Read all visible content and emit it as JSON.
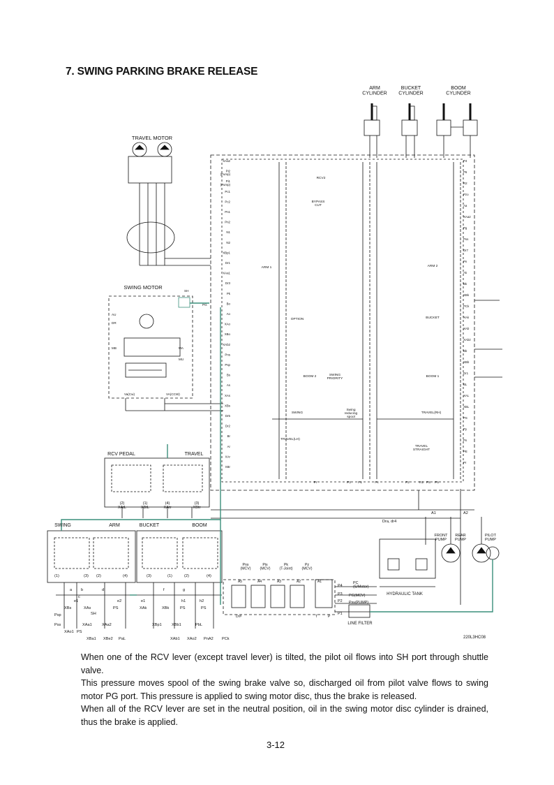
{
  "section_title": "7. SWING PARKING BRAKE RELEASE",
  "diagram": {
    "cylinders": {
      "arm": "ARM\nCYLINDER",
      "bucket": "BUCKET\nCYLINDER",
      "boom": "BOOM\nCYLINDER"
    },
    "travel_motor": "TRAVEL MOTOR",
    "swing_motor": "SWING MOTOR",
    "rcv_pedal": "RCV PEDAL",
    "travel": "TRAVEL",
    "swing": "SWING",
    "arm": "ARM",
    "bucket": "BUCKET",
    "boom": "BOOM",
    "front_pump": "FRONT\nPUMP",
    "rear_pump": "REAR\nPUMP",
    "pilot_pump": "PILOT\nPUMP",
    "hydraulic_tank": "HYDRAULIC TANK",
    "line_filter": "LINE FILTER",
    "valve_labels": {
      "arm1": "ARM 1",
      "arm2": "ARM 2",
      "option": "OPTION",
      "bucket": "BUCKET",
      "boom2": "BOOM 2",
      "boom1": "BOOM 1",
      "swing_priority": "SWING\nPRIORITY",
      "swing": "SWING",
      "travel_rh": "TRAVEL(RH)",
      "travel_lh": "TRAVEL(LH)",
      "travel_straight": "TRAVEL\nSTRAIGHT",
      "bypass_cut": "BYPASS\nCUT",
      "swing_reducing_spool": "Swing\nreducing\nspool",
      "rcv2": "RCV2"
    },
    "ports_left": [
      "XAa2",
      "Pi2\n(Pump)",
      "Pi1\n(Pump)",
      "Pc1",
      "Pc2",
      "Pn1",
      "Pn2",
      "N1",
      "N2",
      "XBp1",
      "Dr1",
      "XAa1",
      "Dr3",
      "Pk",
      "Bo",
      "Ao",
      "XAo",
      "XBo",
      "XAb2",
      "Pns",
      "Psp",
      "Bs",
      "As",
      "XAs",
      "XBs",
      "Dr5",
      "Dr2",
      "Br",
      "Ar",
      "XAr",
      "XBr"
    ],
    "ports_right": [
      "P4",
      "P6",
      "R2",
      "Pzo",
      "Aa",
      "XAa2",
      "Pg",
      "Pss",
      "Dr7",
      "Pn",
      "Ak",
      "Bk",
      "XBk",
      "PCk",
      "XAk",
      "XAb",
      "XAb2",
      "Bb",
      "XBb",
      "Dr1",
      "BL",
      "XAL",
      "XBL",
      "PS",
      "Py",
      "Pn",
      "PE",
      "Pr"
    ],
    "swing_motor_ports": [
      "SH",
      "PG",
      "AU",
      "DR",
      "MB",
      "MA",
      "MU",
      "Va(Cw)",
      "VA(CCW)"
    ],
    "bottom_ports": [
      "Pr",
      "P3",
      "P1",
      "Pc",
      "P2",
      "R1",
      "PS",
      "P5"
    ],
    "rcv_pedal_outputs": [
      "(2)\nXAtL",
      "(1)\nXBtL",
      "(4)\nXAtr",
      "(3)\nXBtr"
    ],
    "rcv_lever_left": {
      "ports": [
        "(1)",
        "(3)",
        "(2)",
        "(4)"
      ],
      "outlets": [
        "a",
        "b",
        "c",
        "e1",
        "d",
        "e2",
        "e1"
      ]
    },
    "rcv_lever_right": {
      "ports": [
        "(3)",
        "(1)",
        "(2)",
        "(4)"
      ],
      "outlets": [
        "f",
        "g",
        "h1",
        "h2"
      ]
    },
    "shuttle_lines": [
      "XBs",
      "XAs",
      "SH",
      "PS",
      "XAk",
      "XBk",
      "PS",
      "PS"
    ],
    "bottom_signals": [
      "Psp",
      "Pss",
      "XAa1",
      "XAa2",
      "XBp1",
      "XBb1",
      "PbL",
      "XBa1",
      "XBe2",
      "PaL",
      "XAb1",
      "XAo2",
      "PnA2",
      "PCk",
      "PS",
      "XAo1"
    ],
    "pilot_block": {
      "headers": [
        "Pns\n(MCV)",
        "Pis\n(MCV)",
        "Pk\n(T-Joint)",
        "Pz\n(MCV)"
      ],
      "valves": [
        "A5",
        "A4",
        "A3",
        "A2",
        "A1"
      ],
      "outputs": [
        "P4",
        "P3",
        "P2",
        "P1"
      ],
      "output_labels": [
        "PC\n(S/Motor)",
        "PG(MCV)",
        "Psv(PUMP)"
      ],
      "extras": [
        "Dr#",
        "T",
        "P"
      ]
    },
    "pump_labels": [
      "A1",
      "A2",
      "Dra, dr4"
    ],
    "drawing_number": "220L3HC08"
  },
  "paragraphs": [
    "When one of the RCV lever (except travel lever) is tilted, the pilot oil flows into SH port through shuttle valve.",
    "This pressure moves spool of the swing brake valve so, discharged oil from pilot valve flows to swing motor PG port. This pressure is applied to swing motor disc, thus the brake is released.",
    "When all of the RCV lever are set in the neutral position, oil in the swing motor disc cylinder is drained, thus the brake is applied."
  ],
  "page_number": "3-12",
  "colors": {
    "pilot_line": "#3a8f7b",
    "line": "#111111"
  }
}
